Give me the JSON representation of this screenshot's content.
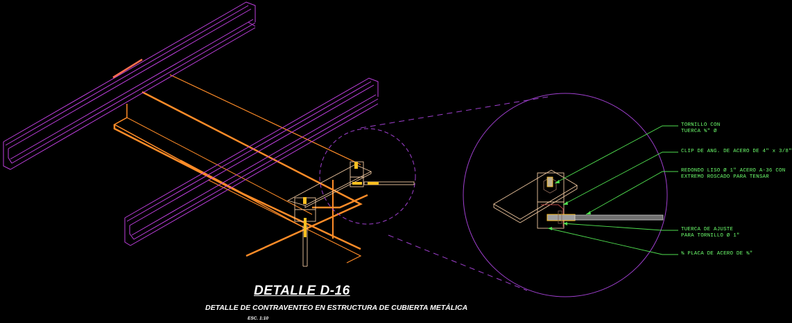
{
  "drawing": {
    "title": "DETALLE D-16",
    "subtitle": "DETALLE DE CONTRAVENTEO EN ESTRUCTURA DE CUBIERTA METÁLICA",
    "scale": "ESC. 1:10"
  },
  "callouts": [
    {
      "id": "tornillo",
      "line1": "TORNILLO CON",
      "line2": "TUERCA ⅝\" Ø"
    },
    {
      "id": "clip",
      "line1": "CLIP DE ANG. DE ACERO DE 4\" x 3/8\"",
      "line2": ""
    },
    {
      "id": "redondo",
      "line1": "REDONDO LISO Ø 1\" ACERO A-36 CON",
      "line2": "EXTREMO ROSCADO PARA TENSAR"
    },
    {
      "id": "tuerca",
      "line1": "TUERCA DE AJUSTE",
      "line2": "PARA TORNILLO Ø 1\""
    },
    {
      "id": "placa",
      "line1": "⅜ PLACA DE ACERO DE ⅜\"",
      "line2": ""
    }
  ],
  "colors": {
    "background": "#000000",
    "purlin": "#c040e0",
    "beam": "#ff8c28",
    "plate": "#f0c8a0",
    "bolt": "#ffc020",
    "leader": "#50e050",
    "text_green": "#6dff6d",
    "detail_circle": "#a040d0",
    "title": "#ffffff"
  }
}
